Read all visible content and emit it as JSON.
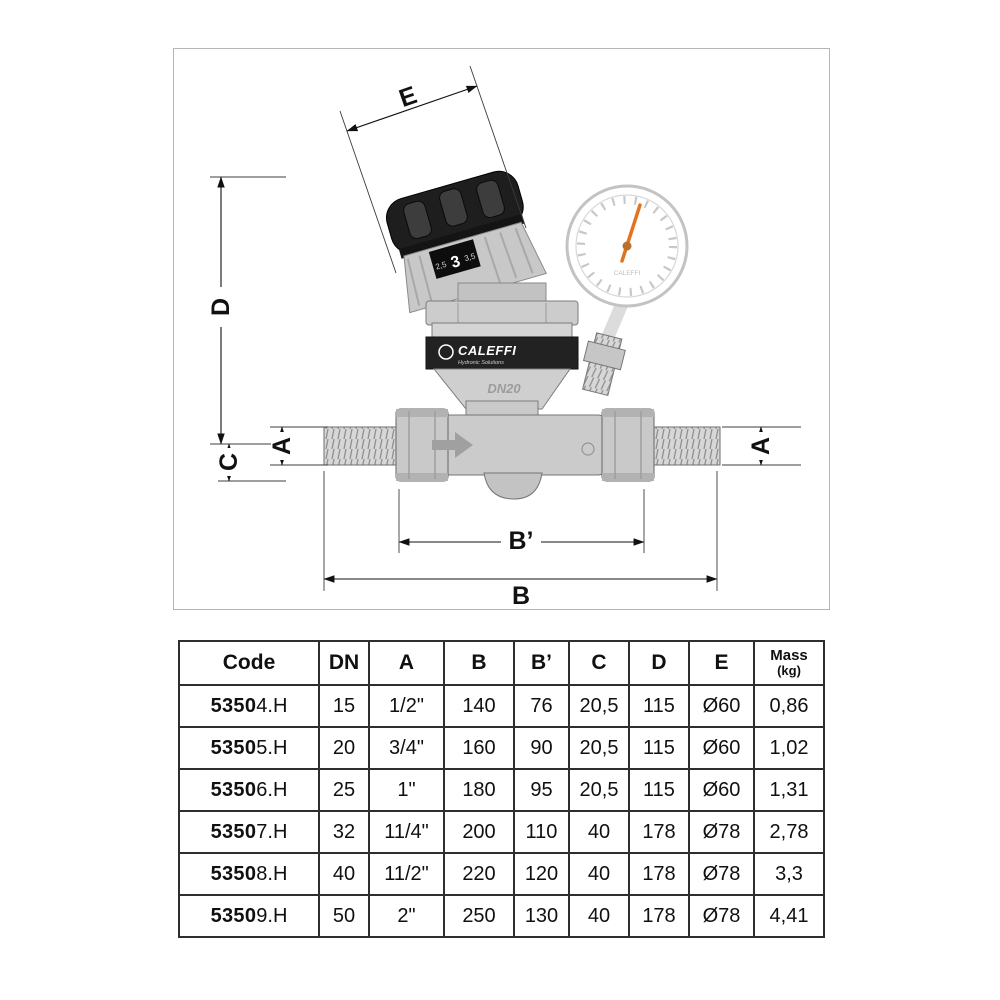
{
  "figure": {
    "dims": {
      "e": "E",
      "d": "D",
      "c": "C",
      "a_left": "A",
      "a_right": "A",
      "b_prime": "B’",
      "b": "B"
    },
    "valve": {
      "brand": "CALEFFI",
      "tagline": "Hydronic Solutions",
      "dn": "DN20",
      "scale_low": "2,5",
      "scale_mid": "3",
      "scale_high": "3,5",
      "gauge_brand": "CALEFFI"
    }
  },
  "table": {
    "headers": {
      "code": "Code",
      "dn": "DN",
      "a": "A",
      "b": "B",
      "b_prime": "B’",
      "c": "C",
      "d": "D",
      "e": "E",
      "mass1": "Mass",
      "mass2": "(kg)"
    },
    "rows": [
      {
        "code_bold": "5350",
        "code_rest": "4.H",
        "dn": "15",
        "a": "1/2\"",
        "b": "140",
        "b_prime": "76",
        "c": "20,5",
        "d": "115",
        "e": "Ø60",
        "mass": "0,86"
      },
      {
        "code_bold": "5350",
        "code_rest": "5.H",
        "dn": "20",
        "a": "3/4\"",
        "b": "160",
        "b_prime": "90",
        "c": "20,5",
        "d": "115",
        "e": "Ø60",
        "mass": "1,02"
      },
      {
        "code_bold": "5350",
        "code_rest": "6.H",
        "dn": "25",
        "a": "1\"",
        "b": "180",
        "b_prime": "95",
        "c": "20,5",
        "d": "115",
        "e": "Ø60",
        "mass": "1,31"
      },
      {
        "code_bold": "5350",
        "code_rest": "7.H",
        "dn": "32",
        "a": "11/4\"",
        "b": "200",
        "b_prime": "110",
        "c": "40",
        "d": "178",
        "e": "Ø78",
        "mass": "2,78"
      },
      {
        "code_bold": "5350",
        "code_rest": "8.H",
        "dn": "40",
        "a": "11/2\"",
        "b": "220",
        "b_prime": "120",
        "c": "40",
        "d": "178",
        "e": "Ø78",
        "mass": "3,3"
      },
      {
        "code_bold": "5350",
        "code_rest": "9.H",
        "dn": "50",
        "a": "2\"",
        "b": "250",
        "b_prime": "130",
        "c": "40",
        "d": "178",
        "e": "Ø78",
        "mass": "4,41"
      }
    ]
  }
}
